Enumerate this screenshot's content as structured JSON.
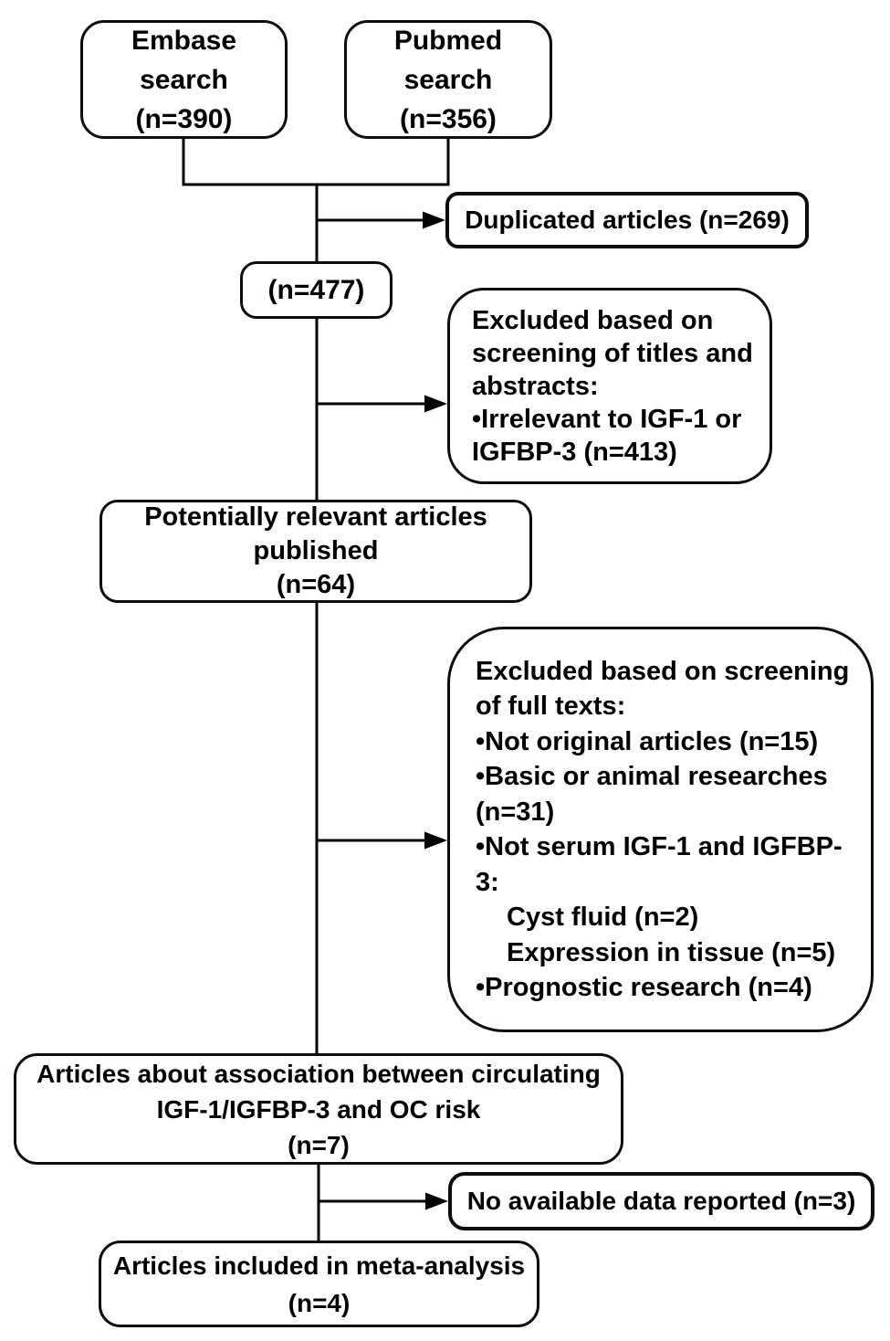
{
  "diagram_type": "flowchart",
  "colors": {
    "border": "#0d0d0d",
    "line": "#000000",
    "background": "#ffffff",
    "text": "#000000"
  },
  "nodes": {
    "embase": {
      "lines": [
        "Embase",
        "search",
        "(n=390)"
      ]
    },
    "pubmed": {
      "lines": [
        "Pubmed",
        "search",
        "(n=356)"
      ]
    },
    "duplicated": {
      "lines": [
        "Duplicated articles (n=269)"
      ]
    },
    "screened": {
      "lines": [
        "(n=477)"
      ]
    },
    "excluded_titles": {
      "lines": [
        "Excluded based on",
        "screening of titles and",
        "abstracts:",
        "•Irrelevant to IGF-1 or",
        "IGFBP-3 (n=413)"
      ]
    },
    "relevant": {
      "lines": [
        "Potentially relevant articles",
        "published",
        "(n=64)"
      ]
    },
    "excluded_full": {
      "lines": [
        "Excluded based on screening",
        "of full texts:",
        "•Not original articles (n=15)",
        "•Basic or animal researches",
        "(n=31)",
        "•Not serum IGF-1 and IGFBP-",
        "3:",
        "Cyst fluid (n=2)",
        "Expression in tissue (n=5)",
        "•Prognostic research (n=4)"
      ]
    },
    "association": {
      "lines": [
        "Articles about association between circulating",
        "IGF-1/IGFBP-3 and OC risk",
        "(n=7)"
      ]
    },
    "no_data": {
      "lines": [
        "No available data reported (n=3)"
      ]
    },
    "included": {
      "lines": [
        "Articles included in meta-analysis",
        "(n=4)"
      ]
    }
  }
}
